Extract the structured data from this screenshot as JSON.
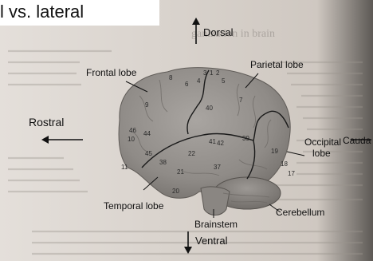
{
  "title_fragment": "l vs. lateral",
  "background_text": {
    "heading": "ganization in brain",
    "edge_word": "Cauda"
  },
  "directions": {
    "dorsal": "Dorsal",
    "ventral": "Ventral",
    "rostral": "Rostral"
  },
  "structures": {
    "frontal": "Frontal lobe",
    "parietal": "Parietal lobe",
    "occipital_line1": "Occipital",
    "occipital_line2": "lobe",
    "temporal": "Temporal lobe",
    "brainstem": "Brainstem",
    "cerebellum": "Cerebellum"
  },
  "area_numbers": {
    "a3": "3",
    "a1": "1",
    "a2": "2",
    "a4": "4",
    "a6": "6",
    "a8": "8",
    "a5": "5",
    "a7": "7",
    "a9": "9",
    "a40": "40",
    "a46": "46",
    "a44": "44",
    "a10": "10",
    "a45": "45",
    "a39": "39",
    "a19": "19",
    "a18": "18",
    "a17": "17",
    "a41": "41",
    "a42": "42",
    "a22": "22",
    "a37": "37",
    "a38": "38",
    "a21": "21",
    "a20": "20",
    "a11": "11"
  },
  "colors": {
    "brain_base": "#8e8a86",
    "brain_light": "#aaa6a2",
    "page_paper": "#c9c2bb",
    "boundary": "#1a1a1a"
  }
}
